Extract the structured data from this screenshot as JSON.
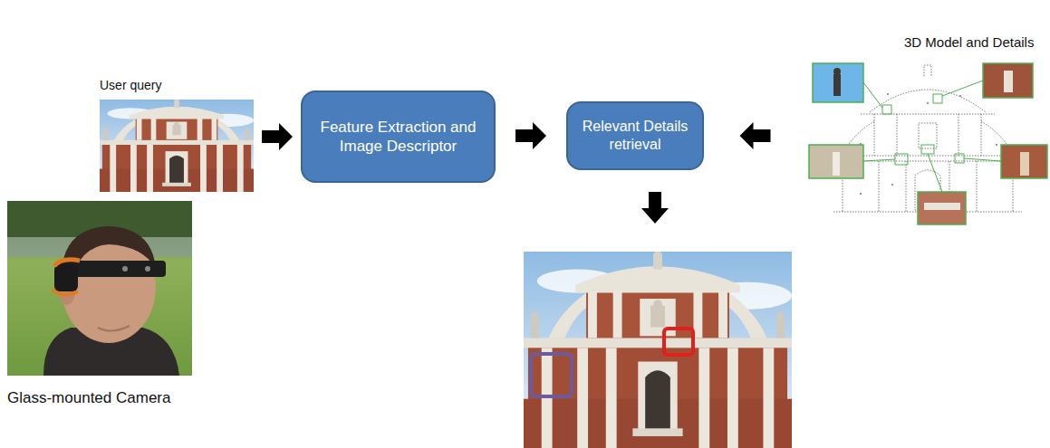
{
  "diagram": {
    "nodes": [
      {
        "text": [
          "User query"
        ]
      },
      {
        "text": [
          "Feature Extraction and Image Descriptor"
        ]
      },
      {
        "text": [
          "Relevant Details retrieval"
        ]
      },
      {
        "text": [
          "3D Model and Details"
        ]
      },
      {
        "text": [
          "Glass-mounted Camera"
        ]
      }
    ],
    "edges": [
      {
        "from": 0,
        "to": 1,
        "arrow": "to"
      },
      {
        "from": 1,
        "to": 2,
        "arrow": "to"
      },
      {
        "from": 3,
        "to": 2,
        "arrow": "to"
      }
    ]
  }
}
